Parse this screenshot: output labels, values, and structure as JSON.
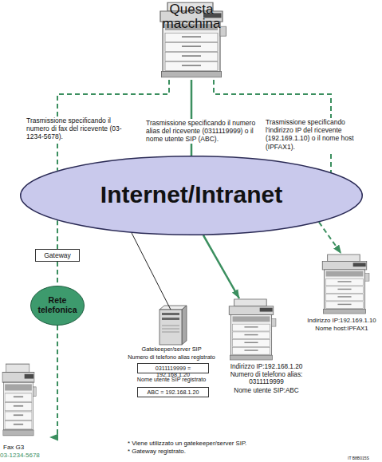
{
  "diagram": {
    "nodes": [
      {
        "text": [
          "Questa macchina"
        ]
      },
      {
        "text": [
          "Internet/Intranet"
        ]
      },
      {
        "text": [
          "Gateway"
        ]
      },
      {
        "text": [
          "Rete telefonica"
        ]
      },
      {
        "text": [
          "Fax G3",
          "03-1234-5678"
        ]
      },
      {
        "text": [
          "Gatekeeper/server SIP",
          "Numero di telefono alias registrato",
          "Nome utente SIP registrato"
        ]
      },
      {
        "text": [
          "0311119999 = 192.168.1.20"
        ],
        "in": 5
      },
      {
        "text": [
          "ABC = 192.168.1.20"
        ],
        "in": 5
      },
      {
        "text": [
          "Indirizzo IP:192.168.1.20",
          "Numero di telefono alias: 0311119999",
          "Nome utente SIP:ABC"
        ]
      },
      {
        "text": [
          "Indirizzo IP:192.169.1.10",
          "Nome host:IPFAX1"
        ]
      }
    ],
    "edges": [
      {
        "from": 0,
        "to": 1,
        "arrow": "none",
        "label": "Trasmissione specificando il numero di fax del ricevente (03-1234-5678)."
      },
      {
        "from": 0,
        "to": 1,
        "arrow": "none",
        "label": "Trasmissione specificando il numero alias del ricevente (0311119999) o il nome utente SIP (ABC)."
      },
      {
        "from": 0,
        "to": 1,
        "arrow": "none",
        "label": "Trasmissione specificando l'indirizzo IP del ricevente (192.169.1.10) o il nome host (IPFAX1)."
      },
      {
        "from": 1,
        "to": 2,
        "arrow": "none"
      },
      {
        "from": 2,
        "to": 3,
        "arrow": "none"
      },
      {
        "from": 3,
        "to": 4,
        "arrow": "to"
      },
      {
        "from": 1,
        "to": 5,
        "arrow": "none"
      },
      {
        "from": 1,
        "to": 8,
        "arrow": "to"
      },
      {
        "from": 1,
        "to": 9,
        "arrow": "to"
      }
    ],
    "labels": [
      "* Viene utilizzato un gatekeeper/server SIP.",
      "* Gateway registrato.",
      "IT B8B015S"
    ]
  }
}
